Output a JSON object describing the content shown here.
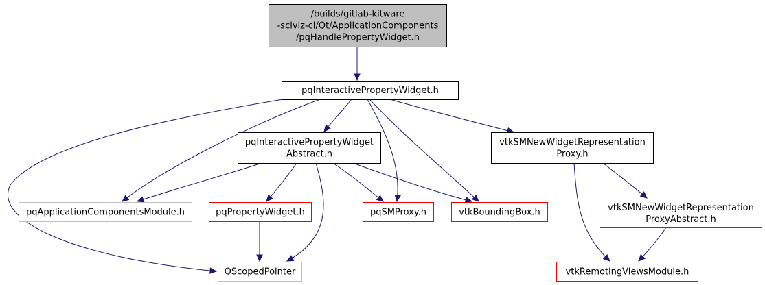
{
  "diagram": {
    "type": "include-dependency-graph",
    "colors": {
      "edge": "#191970",
      "root_fill": "#bfbfbf",
      "border_documented": "#000000",
      "border_red": "#ff0000",
      "border_gray": "#bfbfbf"
    },
    "nodes": [
      {
        "id": "root",
        "style": "root",
        "lines": [
          "/builds/gitlab-kitware",
          "-sciviz-ci/Qt/ApplicationComponents",
          "/pqHandlePropertyWidget.h"
        ]
      },
      {
        "id": "interactive",
        "style": "black",
        "lines": [
          "pqInteractivePropertyWidget.h"
        ]
      },
      {
        "id": "interactive-abstract",
        "style": "black",
        "lines": [
          "pqInteractivePropertyWidget",
          "Abstract.h"
        ]
      },
      {
        "id": "new-widget-rep",
        "style": "black",
        "lines": [
          "vtkSMNewWidgetRepresentation",
          "Proxy.h"
        ]
      },
      {
        "id": "app-components-module",
        "style": "gray",
        "lines": [
          "pqApplicationComponentsModule.h"
        ]
      },
      {
        "id": "property-widget",
        "style": "red",
        "lines": [
          "pqPropertyWidget.h"
        ]
      },
      {
        "id": "sm-proxy",
        "style": "red",
        "lines": [
          "pqSMProxy.h"
        ]
      },
      {
        "id": "bounding-box",
        "style": "red",
        "lines": [
          "vtkBoundingBox.h"
        ]
      },
      {
        "id": "new-widget-rep-abstract",
        "style": "red",
        "lines": [
          "vtkSMNewWidgetRepresentation",
          "ProxyAbstract.h"
        ]
      },
      {
        "id": "scoped-pointer",
        "style": "gray",
        "lines": [
          "QScopedPointer"
        ]
      },
      {
        "id": "remoting-views-module",
        "style": "red",
        "lines": [
          "vtkRemotingViewsModule.h"
        ]
      }
    ],
    "edges": [
      {
        "from": "root",
        "to": "interactive"
      },
      {
        "from": "interactive",
        "to": "interactive-abstract"
      },
      {
        "from": "interactive",
        "to": "new-widget-rep"
      },
      {
        "from": "interactive",
        "to": "app-components-module"
      },
      {
        "from": "interactive",
        "to": "scoped-pointer"
      },
      {
        "from": "interactive",
        "to": "sm-proxy"
      },
      {
        "from": "interactive",
        "to": "bounding-box"
      },
      {
        "from": "interactive-abstract",
        "to": "app-components-module"
      },
      {
        "from": "interactive-abstract",
        "to": "property-widget"
      },
      {
        "from": "interactive-abstract",
        "to": "sm-proxy"
      },
      {
        "from": "interactive-abstract",
        "to": "bounding-box"
      },
      {
        "from": "interactive-abstract",
        "to": "scoped-pointer"
      },
      {
        "from": "property-widget",
        "to": "scoped-pointer"
      },
      {
        "from": "new-widget-rep",
        "to": "new-widget-rep-abstract"
      },
      {
        "from": "new-widget-rep",
        "to": "remoting-views-module"
      },
      {
        "from": "new-widget-rep-abstract",
        "to": "remoting-views-module"
      }
    ]
  }
}
